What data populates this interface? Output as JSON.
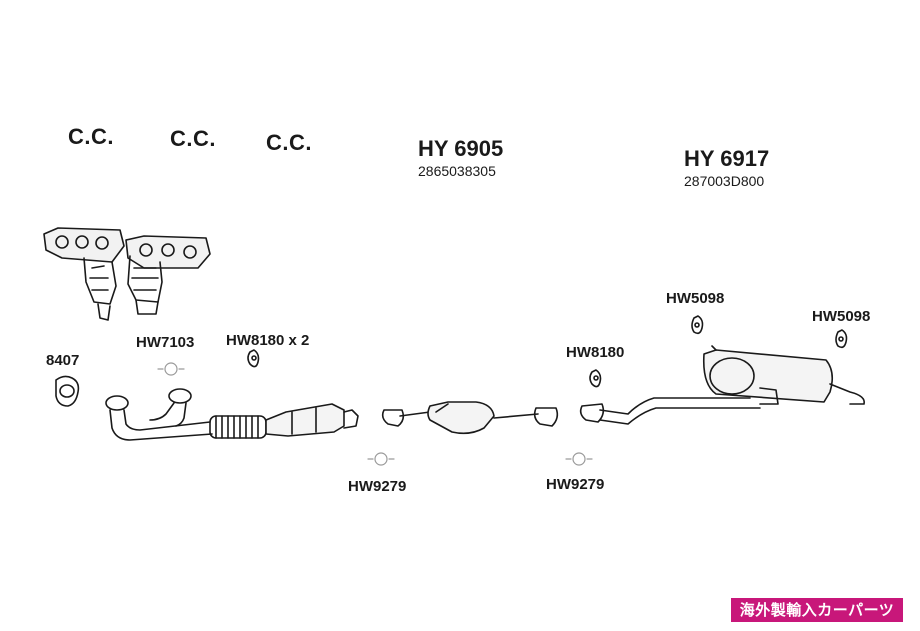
{
  "engine_labels": [
    "C.C.",
    "C.C.",
    "C.C."
  ],
  "front_section": {
    "ref": "HY 6905",
    "oem": "2865038305"
  },
  "rear_section": {
    "ref": "HY 6917",
    "oem": "287003D800"
  },
  "parts": {
    "gasket": "8407",
    "front_joint": "HW7103",
    "front_hangers": "HW8180 x 2",
    "mid_hanger": "HW8180",
    "flange_joint_1": "HW9279",
    "flange_joint_2": "HW9279",
    "rear_hanger_1": "HW5098",
    "rear_hanger_2": "HW5098"
  },
  "badge": "海外製輸入カーパーツ",
  "colors": {
    "line": "#1a1a1a",
    "badge": "#c8177a",
    "faint": "#9a9a9a"
  }
}
